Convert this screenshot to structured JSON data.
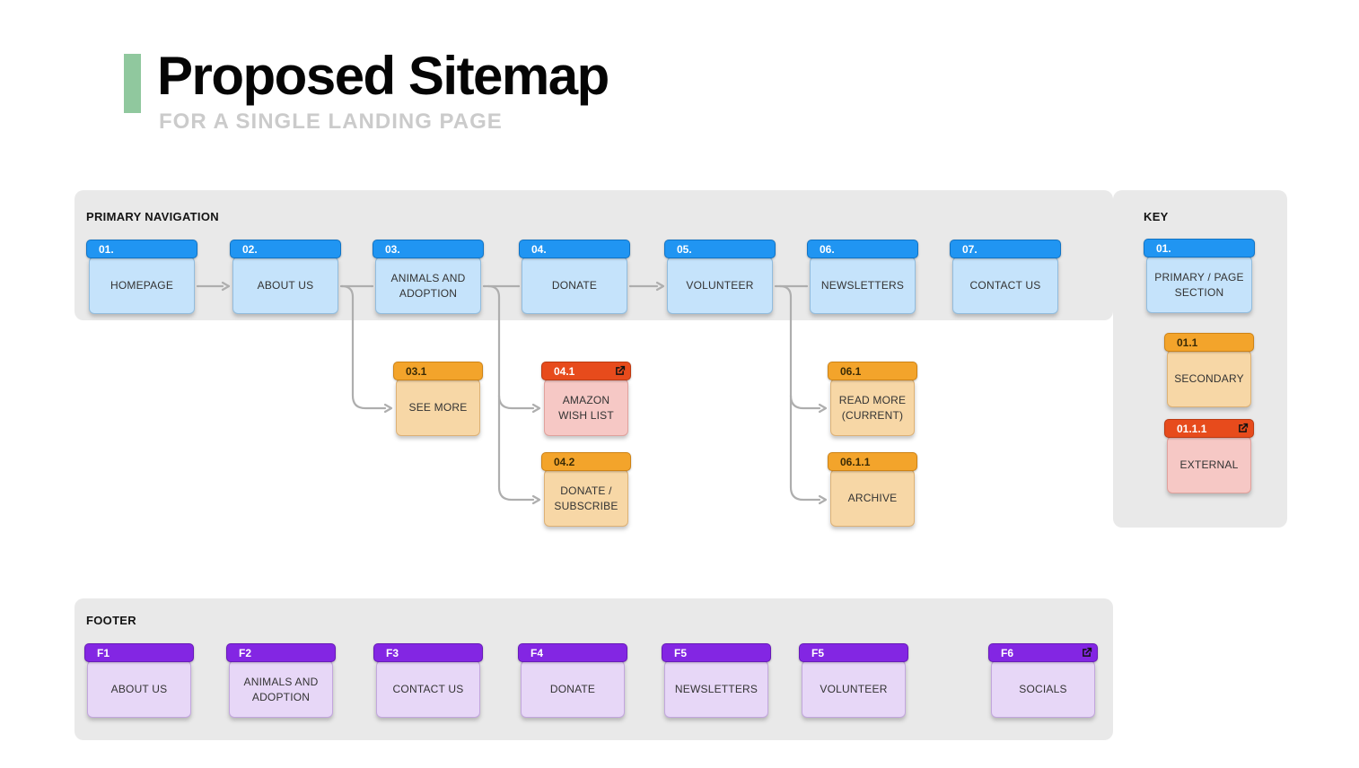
{
  "title": {
    "text": "Proposed Sitemap",
    "subtitle": "FOR A SINGLE LANDING PAGE"
  },
  "colors": {
    "accent_green": "#90C89E",
    "panel_gray": "#E9E9E9",
    "primary_header_blue": "#2095F2",
    "primary_body_blue": "#C5E3FB",
    "secondary_header_orange": "#F3A42B",
    "secondary_body_orange": "#F7D7A6",
    "external_header_red": "#E74B1C",
    "external_body_pink": "#F6C8C5",
    "footer_header_purple": "#8326E3",
    "footer_body_purple": "#E7D7F7",
    "connector_gray": "#AEAEAE"
  },
  "primary_nav": {
    "label": "PRIMARY NAVIGATION",
    "cards": [
      {
        "code": "01.",
        "label": "HOMEPAGE"
      },
      {
        "code": "02.",
        "label": "ABOUT US"
      },
      {
        "code": "03.",
        "label": "ANIMALS AND ADOPTION"
      },
      {
        "code": "04.",
        "label": "DONATE"
      },
      {
        "code": "05.",
        "label": "VOLUNTEER"
      },
      {
        "code": "06.",
        "label": "NEWSLETTERS"
      },
      {
        "code": "07.",
        "label": "CONTACT US"
      }
    ],
    "secondary_cards": [
      {
        "code": "03.1",
        "label": "SEE MORE"
      },
      {
        "code": "04.1",
        "label": "AMAZON WISH LIST",
        "external": true
      },
      {
        "code": "04.2",
        "label": "DONATE / SUBSCRIBE"
      },
      {
        "code": "06.1",
        "label": "READ MORE (CURRENT)"
      },
      {
        "code": "06.1.1",
        "label": "ARCHIVE"
      }
    ]
  },
  "key": {
    "label": "KEY",
    "cards": [
      {
        "code": "01.",
        "label": "PRIMARY / PAGE SECTION"
      },
      {
        "code": "01.1",
        "label": "SECONDARY"
      },
      {
        "code": "01.1.1",
        "label": "EXTERNAL",
        "external": true
      }
    ]
  },
  "footer": {
    "label": "FOOTER",
    "cards": [
      {
        "code": "F1",
        "label": "ABOUT US"
      },
      {
        "code": "F2",
        "label": "ANIMALS AND ADOPTION"
      },
      {
        "code": "F3",
        "label": "CONTACT US"
      },
      {
        "code": "F4",
        "label": "DONATE"
      },
      {
        "code": "F5",
        "label": "NEWSLETTERS"
      },
      {
        "code": "F5",
        "label": "VOLUNTEER"
      },
      {
        "code": "F6",
        "label": "SOCIALS",
        "external": true
      }
    ]
  }
}
